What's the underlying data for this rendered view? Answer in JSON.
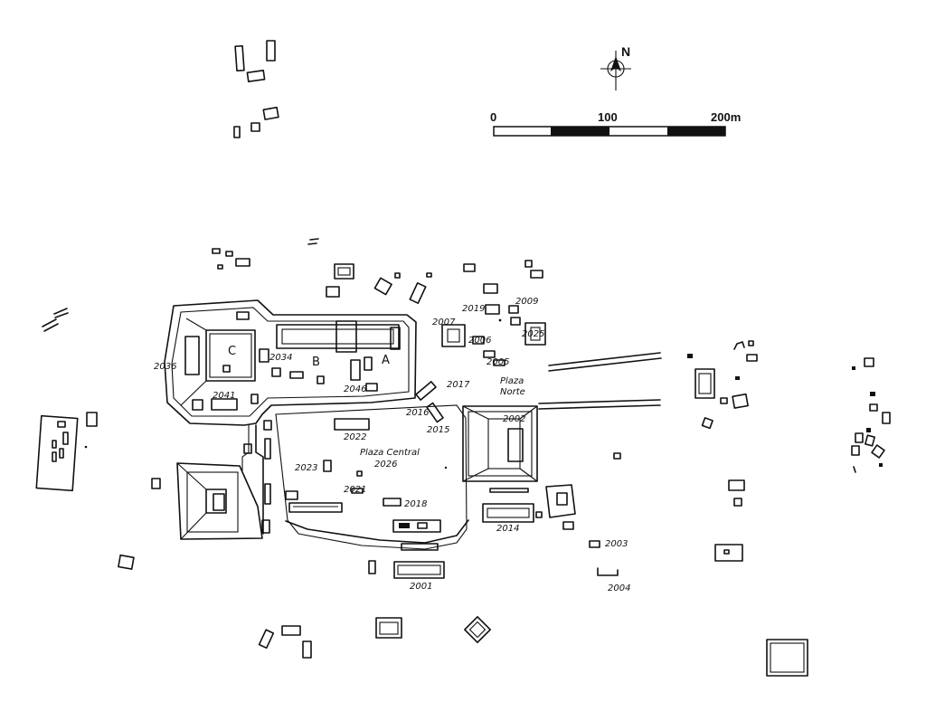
{
  "north_label": "N",
  "scale": {
    "labels": [
      "0",
      "100",
      "200m"
    ]
  },
  "group_labels": {
    "a": "A",
    "b": "B",
    "c": "C"
  },
  "plaza_labels": {
    "plaza_norte_1": "Plaza",
    "plaza_norte_2": "Norte",
    "plaza_central": "Plaza Central"
  },
  "structure_labels": {
    "s2001": "2001",
    "s2002": "2002",
    "s2003": "2003",
    "s2004": "2004",
    "s2005": "2005",
    "s2006": "2006",
    "s2007": "2007",
    "s2009": "2009",
    "s2014": "2014",
    "s2015": "2015",
    "s2016": "2016",
    "s2017": "2017",
    "s2018": "2018",
    "s2019": "2019",
    "s2021": "2021",
    "s2022": "2022",
    "s2023": "2023",
    "s2025": "2025",
    "s2026": "2026",
    "s2034": "2034",
    "s2036": "2036",
    "s2041": "2041",
    "s2046": "2046"
  }
}
